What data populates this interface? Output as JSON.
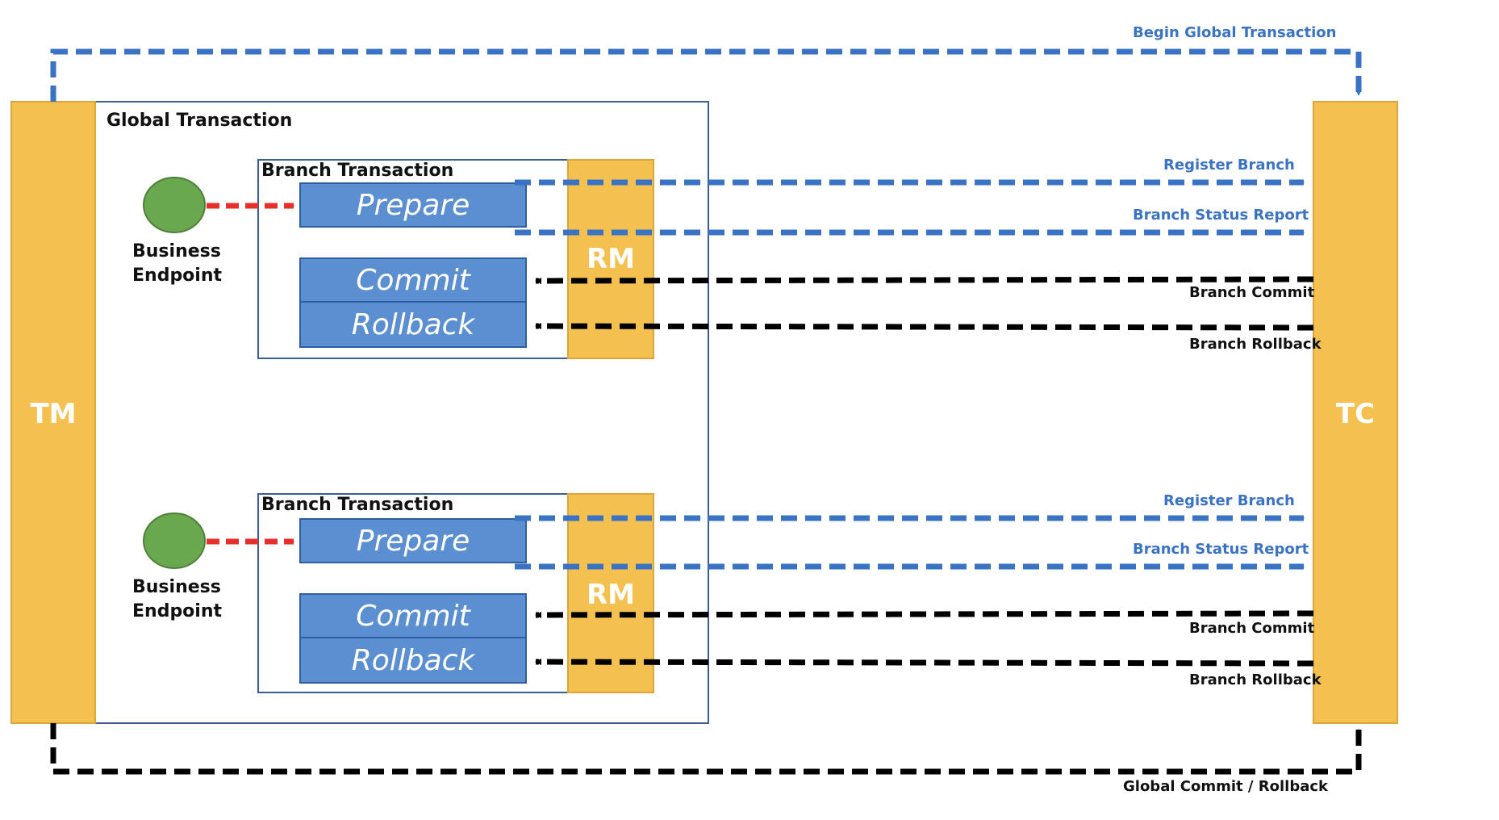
{
  "colors": {
    "blue_flow": "#3b73c4",
    "black_flow": "#000000",
    "red_flow": "#e8302a",
    "actor_fill": "#f4c04f",
    "step_fill": "#5b8fd1",
    "endpoint_fill": "#6aa84f"
  },
  "actors": {
    "tm": "TM",
    "tc": "TC",
    "rm": "RM"
  },
  "global_transaction": {
    "title": "Global Transaction"
  },
  "branches": [
    {
      "title": "Branch Transaction",
      "endpoint_line1": "Business",
      "endpoint_line2": "Endpoint",
      "prepare": "Prepare",
      "commit": "Commit",
      "rollback": "Rollback",
      "rm": "RM",
      "flows": {
        "register": "Register Branch",
        "status_report": "Branch Status Report",
        "commit": "Branch Commit",
        "rollback": "Branch Rollback"
      }
    },
    {
      "title": "Branch Transaction",
      "endpoint_line1": "Business",
      "endpoint_line2": "Endpoint",
      "prepare": "Prepare",
      "commit": "Commit",
      "rollback": "Rollback",
      "rm": "RM",
      "flows": {
        "register": "Register Branch",
        "status_report": "Branch Status Report",
        "commit": "Branch Commit",
        "rollback": "Branch Rollback"
      }
    }
  ],
  "global_flows": {
    "begin": "Begin Global Transaction",
    "commit_rollback": "Global Commit / Rollback"
  }
}
